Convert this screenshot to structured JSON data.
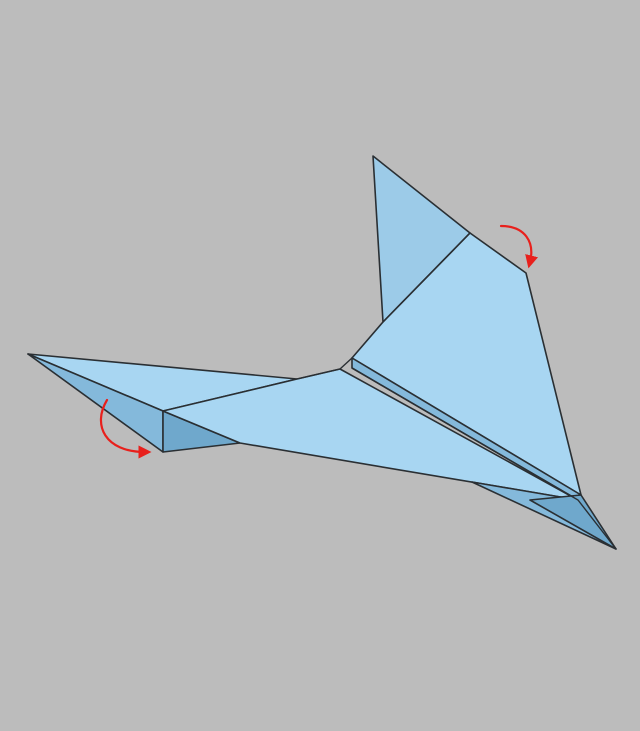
{
  "figure": {
    "background_color": "#bcbcbc",
    "paper_color": "#a8d6f2",
    "paper_shadow_color": "#84b9db",
    "edge_color": "#2a2f33",
    "arrow_color": "#e8201c",
    "parts": [
      "left-wing",
      "left-winglet",
      "fuselage",
      "right-wing",
      "right-winglet",
      "nose"
    ],
    "arrows": [
      {
        "name": "left-winglet-fold-arrow",
        "meaning": "fold-down"
      },
      {
        "name": "right-winglet-fold-arrow",
        "meaning": "fold-down"
      }
    ]
  }
}
